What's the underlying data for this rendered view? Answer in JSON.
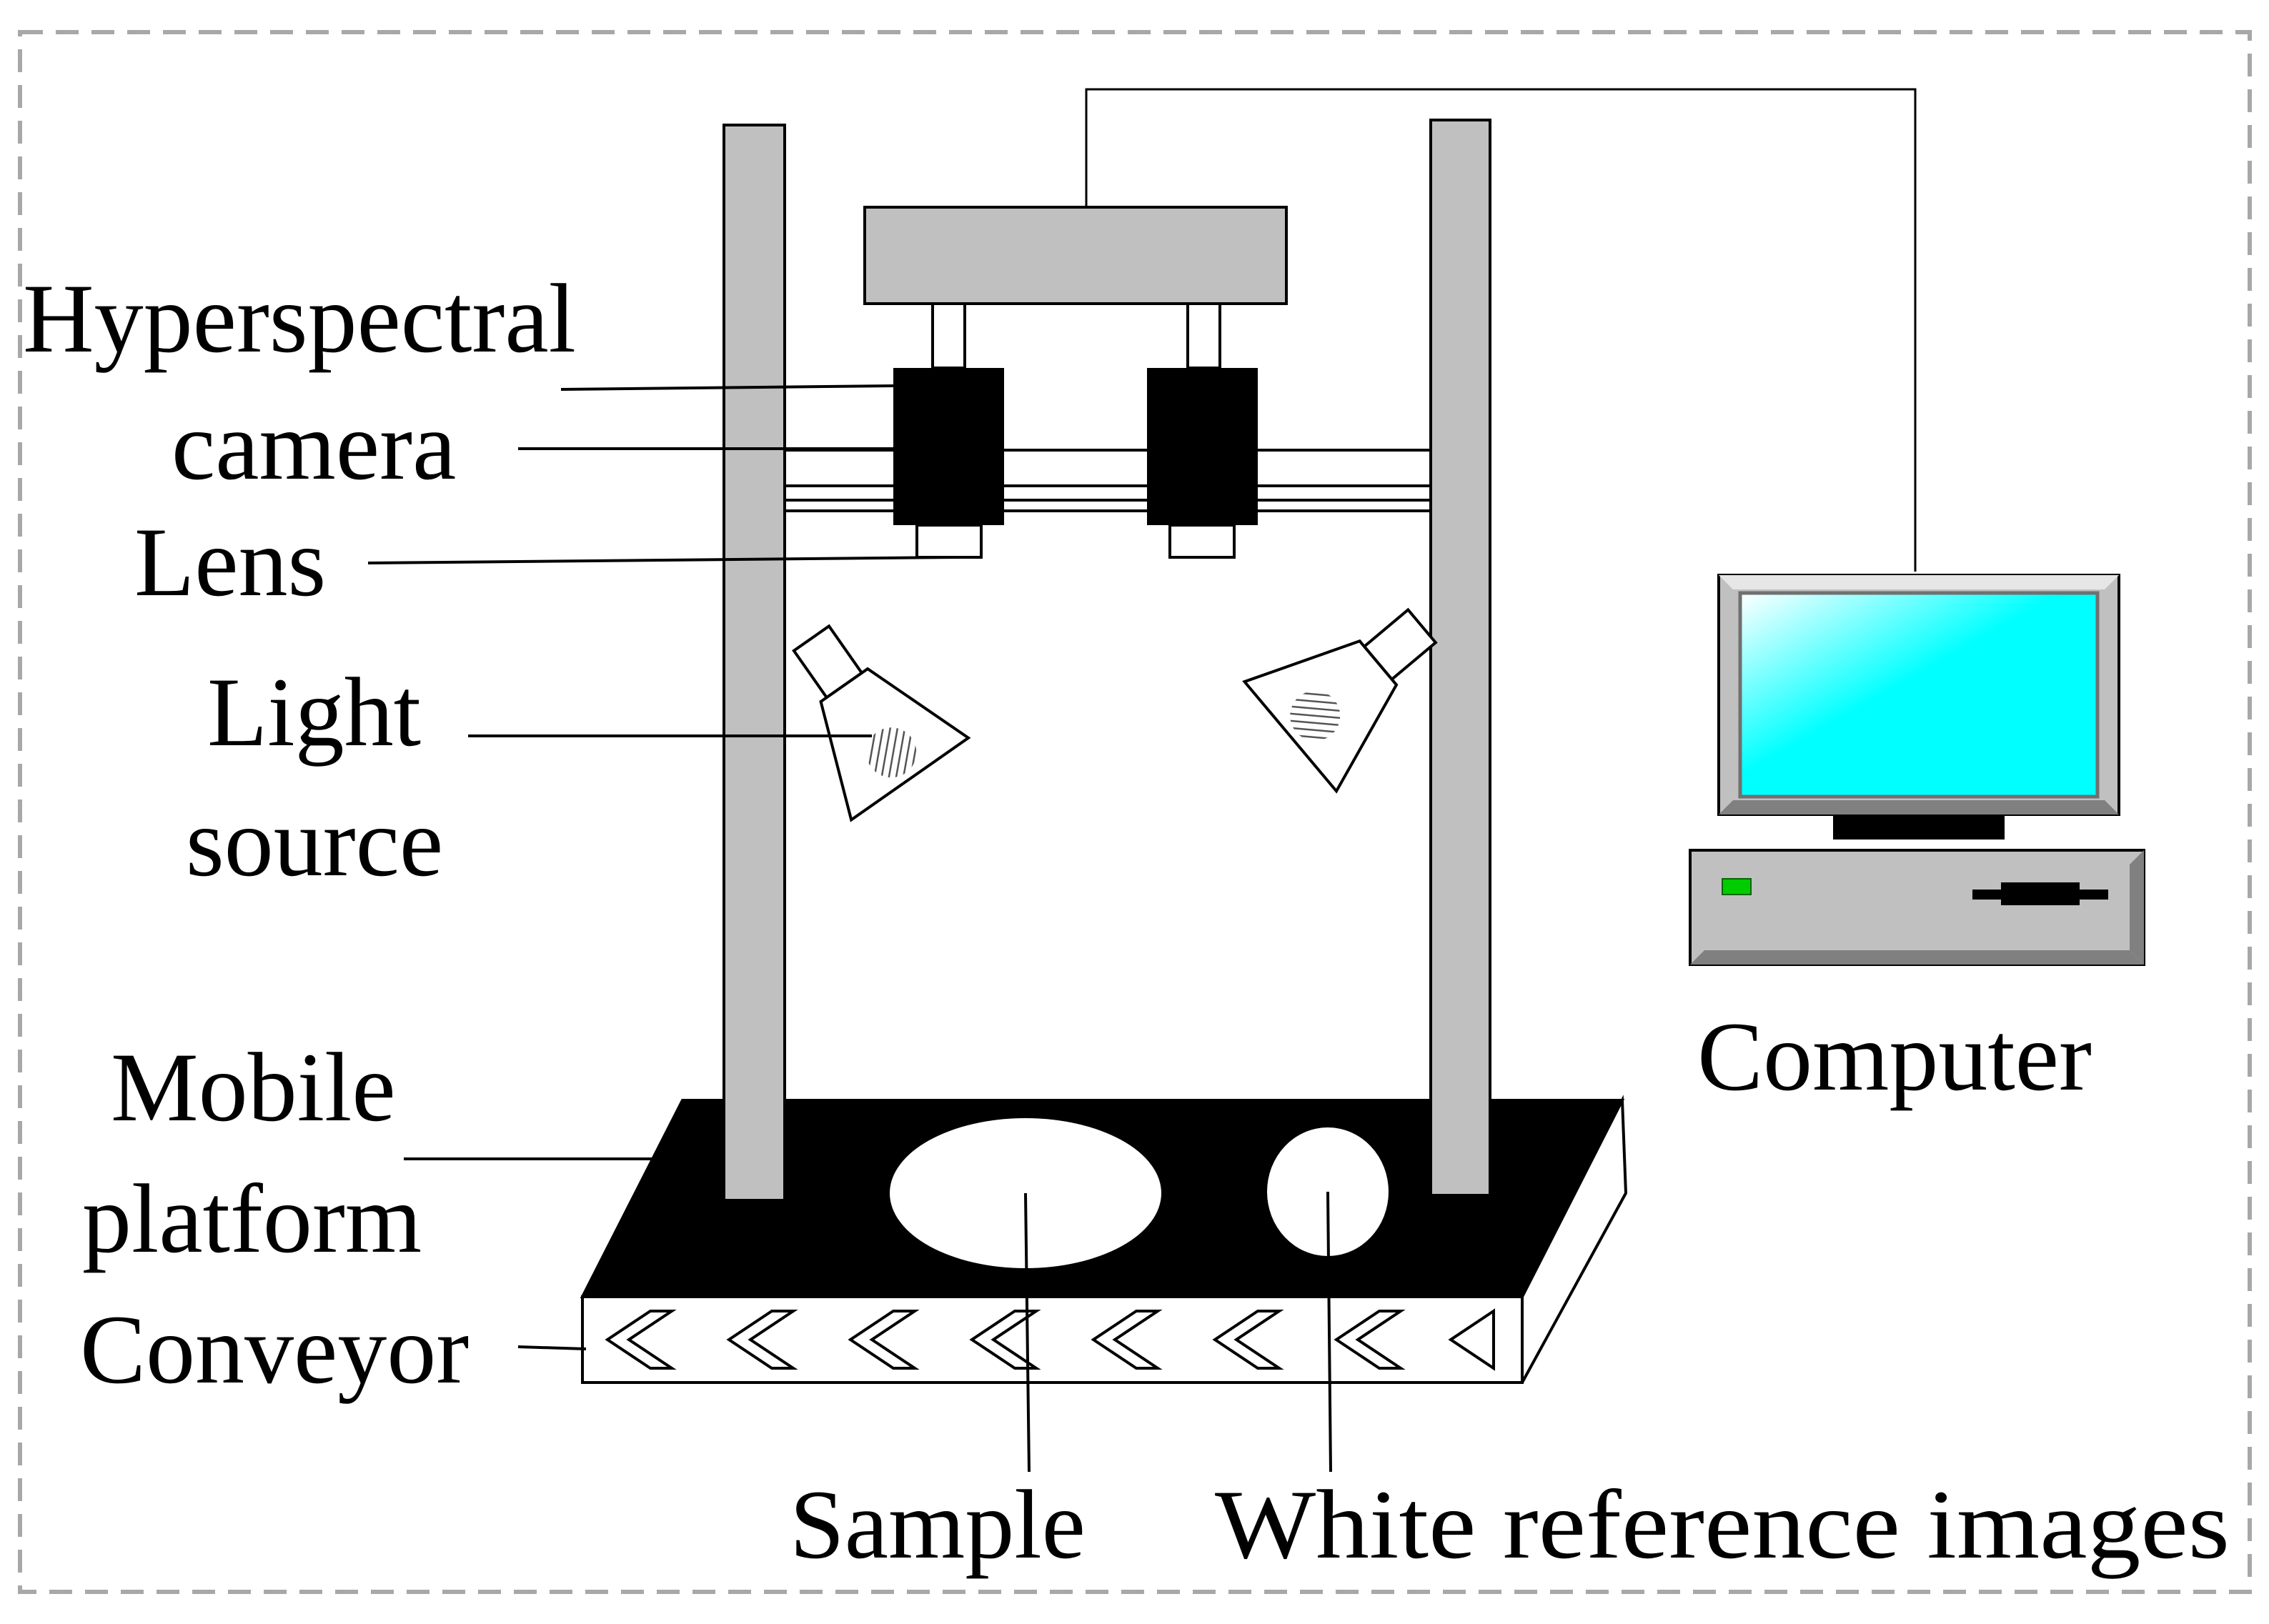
{
  "labels": {
    "hyperspectral_line1": "Hyperspectral",
    "hyperspectral_line2": "camera",
    "lens": "Lens",
    "light_line1": "Light",
    "light_line2": "source",
    "mobile_line1": "Mobile",
    "mobile_line2": "platform",
    "conveyor": "Conveyor",
    "computer": "Computer",
    "sample": "Sample",
    "white_reference": "White reference images"
  },
  "colors": {
    "frame_gray": "#c0c0c0",
    "camera_black": "#000000",
    "platform_black": "#000000",
    "screen_cyan": "#00ffff",
    "dashed_border": "#a8a8a8",
    "power_led": "#00cc00"
  }
}
